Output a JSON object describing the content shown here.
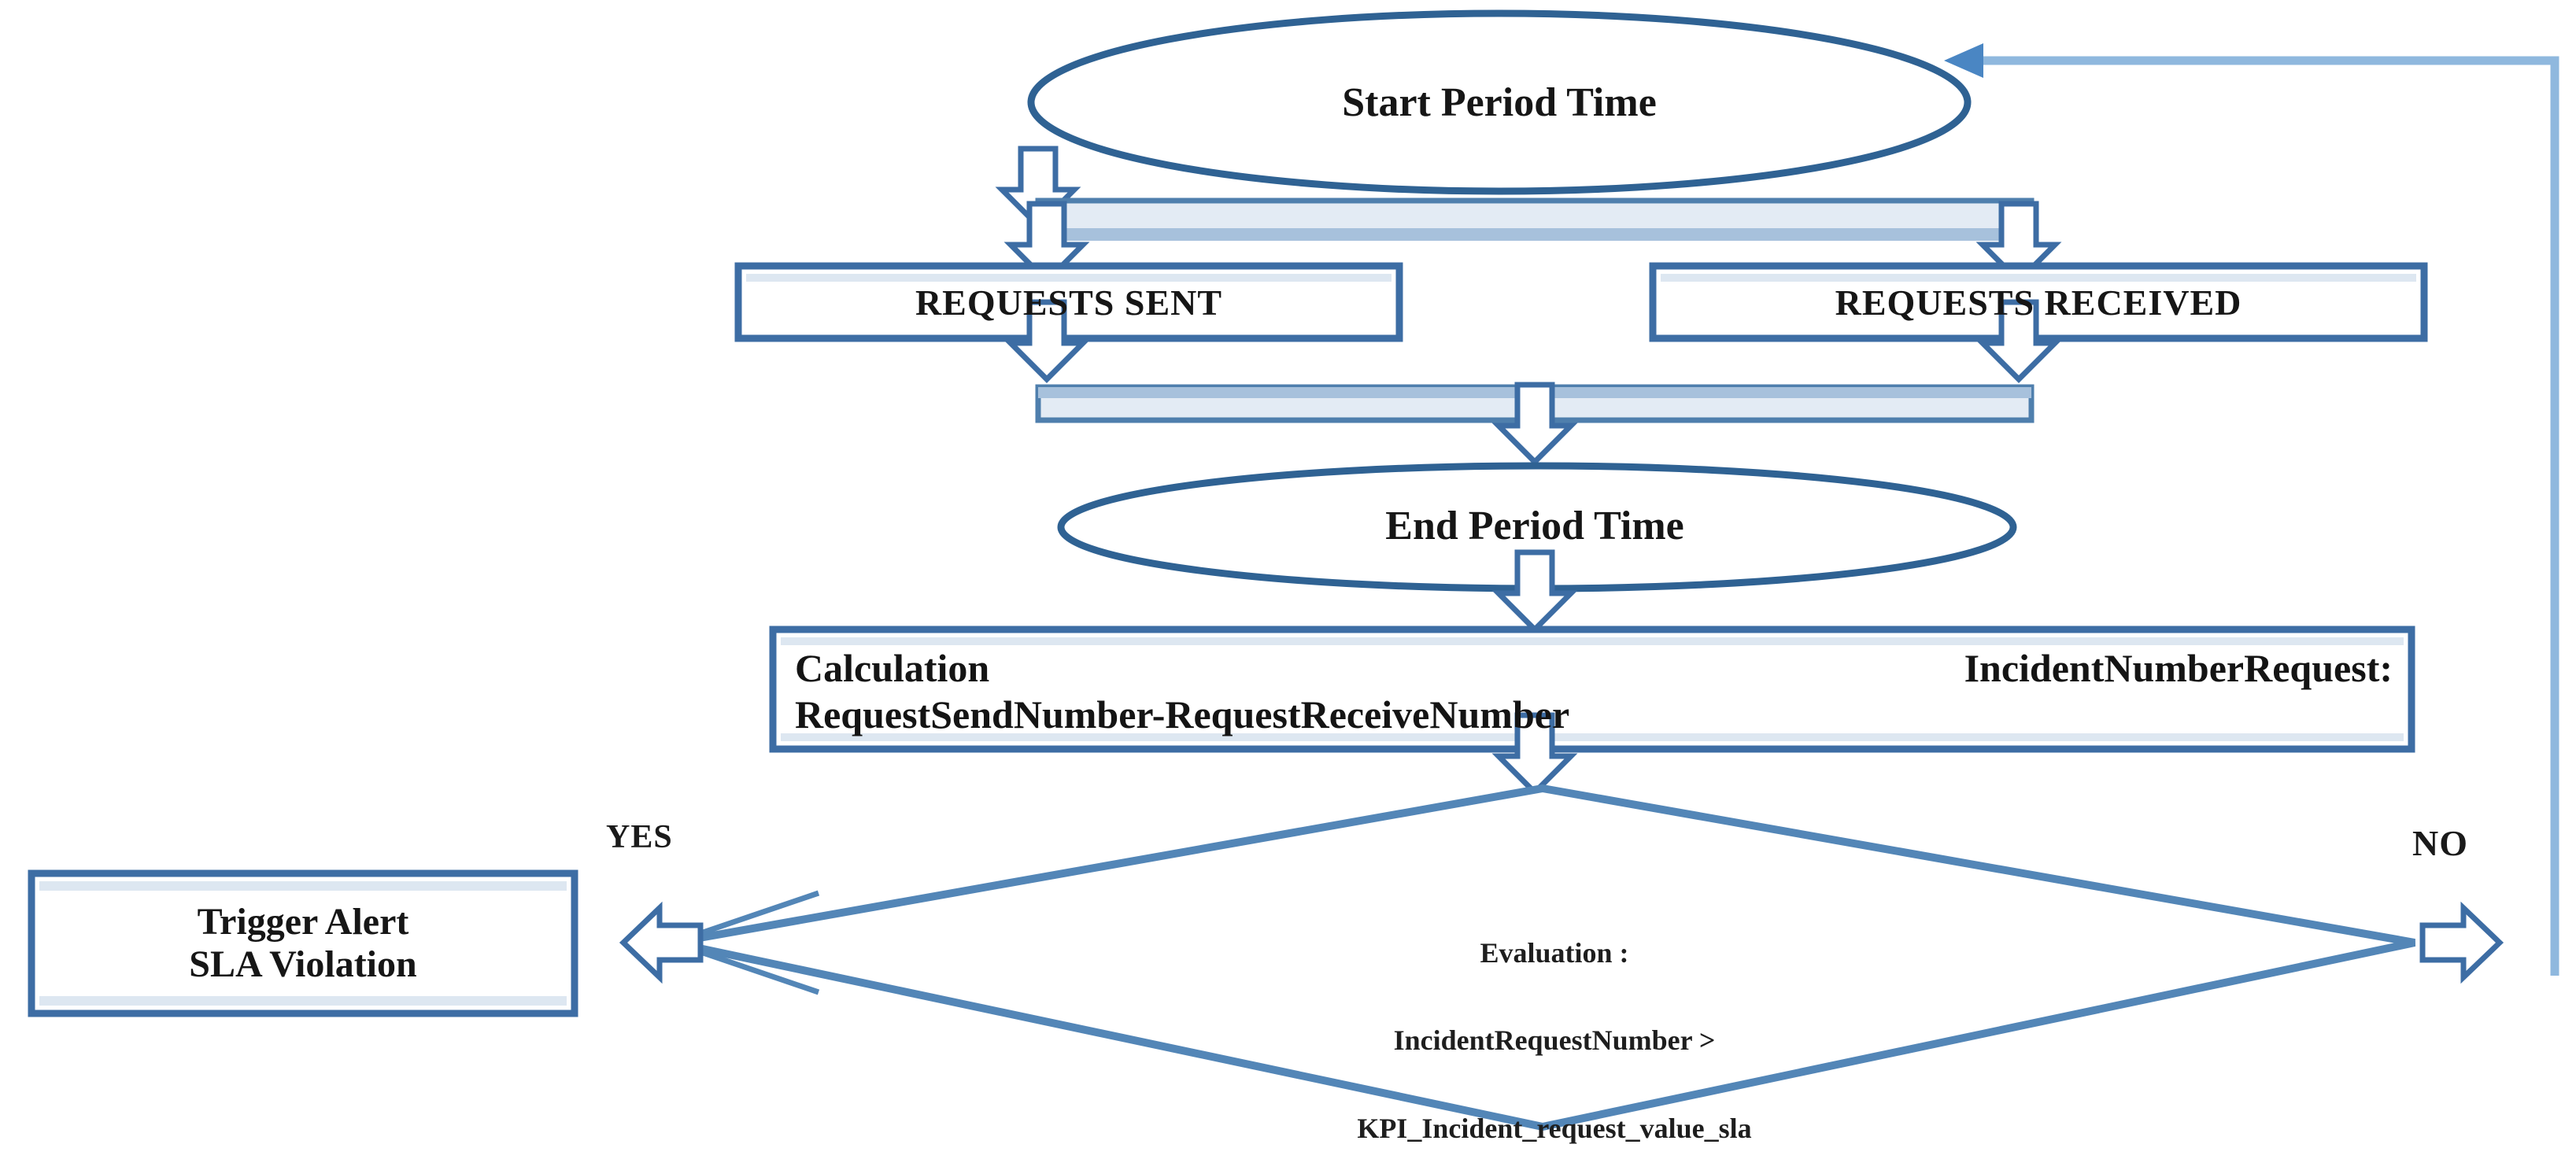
{
  "diagram": {
    "title": "SLA Violation Monitoring Flowchart",
    "colors": {
      "ellipse_stroke": "#2f6293",
      "box_stroke": "#3d6da4",
      "box_stroke_light": "#7ba3ca",
      "diamond_stroke": "#5386b7",
      "block_arrow_stroke": "#3d6da4",
      "block_arrow_fill": "#ffffff",
      "connector_bar_fill": "#d9e2ee",
      "connector_bar_stroke": "#4f7fad",
      "feedback_line": "#8fb8de",
      "feedback_arrowhead": "#4a86c3",
      "text": "#161616",
      "background": "#ffffff"
    },
    "nodes": {
      "start": {
        "type": "terminator-ellipse",
        "label": "Start Period Time"
      },
      "requests_sent": {
        "type": "process-box",
        "label": "REQUESTS SENT"
      },
      "requests_received": {
        "type": "process-box",
        "label": "REQUESTS RECEIVED"
      },
      "end": {
        "type": "terminator-ellipse",
        "label": "End Period Time"
      },
      "calculation": {
        "type": "process-box",
        "label_left": "Calculation",
        "label_right": "IncidentNumberRequest:",
        "label_line2": "RequestSendNumber-RequestReceiveNumber"
      },
      "evaluation": {
        "type": "decision-diamond",
        "line1": "Evaluation :",
        "line2": "IncidentRequestNumber  >",
        "line3": "KPI_Incident_request_value_sla"
      },
      "trigger_alert": {
        "type": "process-box",
        "line1": "Trigger Alert",
        "line2": "SLA Violation"
      }
    },
    "edges": {
      "yes_label": "YES",
      "no_label": "NO"
    }
  }
}
